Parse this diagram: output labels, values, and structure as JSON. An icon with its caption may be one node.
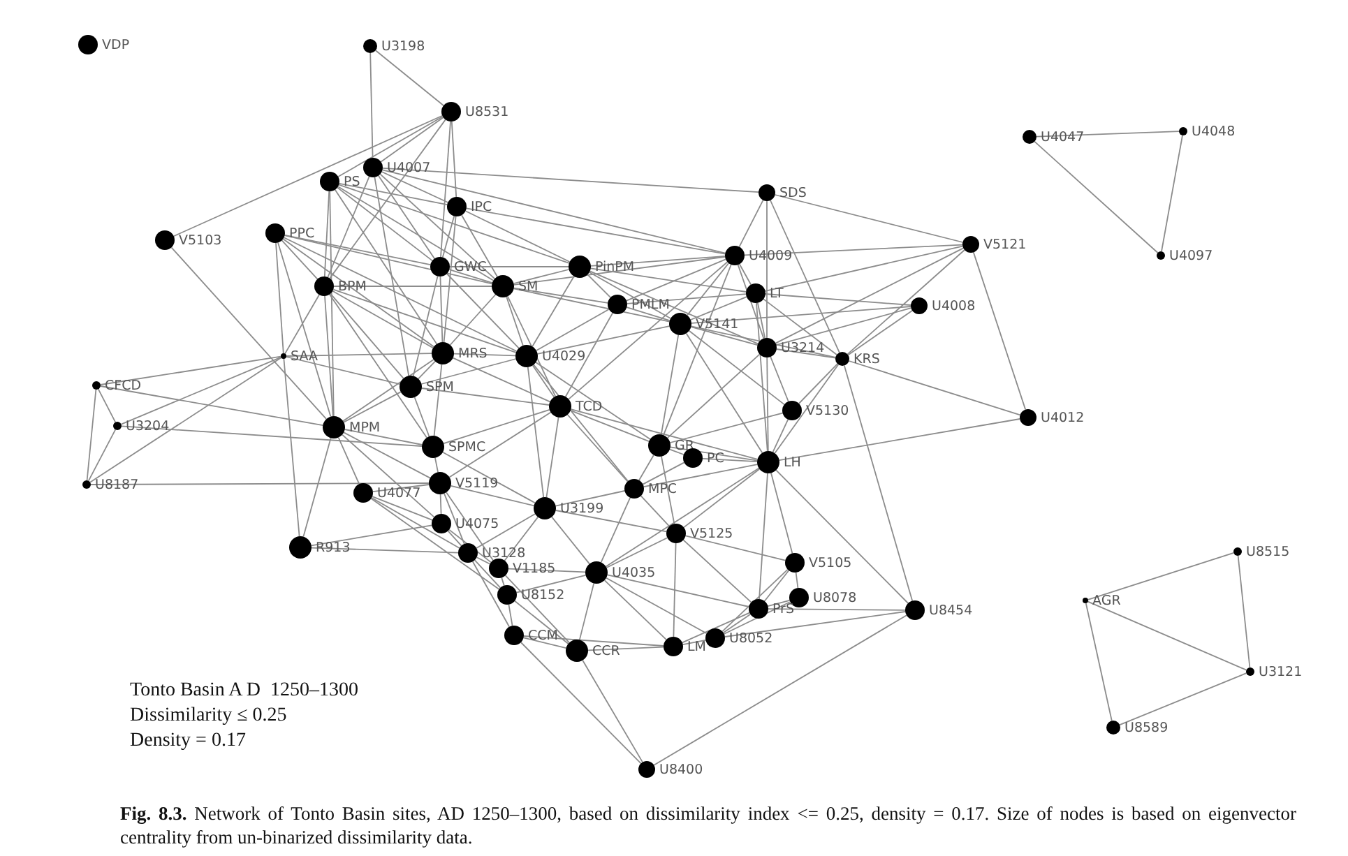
{
  "diagram": {
    "caption": "**Fig. 8.3.** Network of Tonto Basin sites, AD 1250–1300, based on dissimilarity index <= 0.25, density = 0.17. Size of nodes is based on eigenvector centrality from un-binarized dissimilarity data.",
    "nodes": [
      {
        "text": [
          "VDP"
        ]
      },
      {
        "text": [
          "U3198"
        ]
      },
      {
        "text": [
          "U8531"
        ]
      },
      {
        "text": [
          "U4007"
        ]
      },
      {
        "text": [
          "PS"
        ]
      },
      {
        "text": [
          "IPC"
        ]
      },
      {
        "text": [
          "SDS"
        ]
      },
      {
        "text": [
          "V5103"
        ]
      },
      {
        "text": [
          "PPC"
        ]
      },
      {
        "text": [
          "U4047"
        ]
      },
      {
        "text": [
          "U4048"
        ]
      },
      {
        "text": [
          "V5121"
        ]
      },
      {
        "text": [
          "U4097"
        ]
      },
      {
        "text": [
          "U4009"
        ]
      },
      {
        "text": [
          "GWC"
        ]
      },
      {
        "text": [
          "PinPM"
        ]
      },
      {
        "text": [
          "BPM"
        ]
      },
      {
        "text": [
          "SM"
        ]
      },
      {
        "text": [
          "LT"
        ]
      },
      {
        "text": [
          "PMLM"
        ]
      },
      {
        "text": [
          "U4008"
        ]
      },
      {
        "text": [
          "V5141"
        ]
      },
      {
        "text": [
          "SAA"
        ]
      },
      {
        "text": [
          "MRS"
        ]
      },
      {
        "text": [
          "U4029"
        ]
      },
      {
        "text": [
          "U3214"
        ]
      },
      {
        "text": [
          "KRS"
        ]
      },
      {
        "text": [
          "CFCD"
        ]
      },
      {
        "text": [
          "SPM"
        ]
      },
      {
        "text": [
          "TCD"
        ]
      },
      {
        "text": [
          "V5130"
        ]
      },
      {
        "text": [
          "U3204"
        ]
      },
      {
        "text": [
          "U4012"
        ]
      },
      {
        "text": [
          "MPM"
        ]
      },
      {
        "text": [
          "SPMC"
        ]
      },
      {
        "text": [
          "GR"
        ]
      },
      {
        "text": [
          "PC"
        ]
      },
      {
        "text": [
          "LH"
        ]
      },
      {
        "text": [
          "U8187"
        ]
      },
      {
        "text": [
          "U4077"
        ]
      },
      {
        "text": [
          "V5119"
        ]
      },
      {
        "text": [
          "MPC"
        ]
      },
      {
        "text": [
          "U3199"
        ]
      },
      {
        "text": [
          "U4075"
        ]
      },
      {
        "text": [
          "R913"
        ]
      },
      {
        "text": [
          "V5125"
        ]
      },
      {
        "text": [
          "U3128"
        ]
      },
      {
        "text": [
          "V1185"
        ]
      },
      {
        "text": [
          "U4035"
        ]
      },
      {
        "text": [
          "V5105"
        ]
      },
      {
        "text": [
          "U8152"
        ]
      },
      {
        "text": [
          "U8078"
        ]
      },
      {
        "text": [
          "PrS"
        ]
      },
      {
        "text": [
          "AGR"
        ]
      },
      {
        "text": [
          "U8515"
        ]
      },
      {
        "text": [
          "U8454"
        ]
      },
      {
        "text": [
          "CCM"
        ]
      },
      {
        "text": [
          "CCR"
        ]
      },
      {
        "text": [
          "LM"
        ]
      },
      {
        "text": [
          "U8052"
        ]
      },
      {
        "text": [
          "U3121"
        ]
      },
      {
        "text": [
          "U8589"
        ]
      },
      {
        "text": [
          "U8400"
        ]
      }
    ],
    "edges": [
      {
        "from": 1,
        "to": 2,
        "arrow": "none"
      },
      {
        "from": 1,
        "to": 3,
        "arrow": "none"
      },
      {
        "from": 2,
        "to": 7,
        "arrow": "none"
      },
      {
        "from": 2,
        "to": 3,
        "arrow": "none"
      },
      {
        "from": 2,
        "to": 4,
        "arrow": "none"
      },
      {
        "from": 2,
        "to": 5,
        "arrow": "none"
      },
      {
        "from": 2,
        "to": 16,
        "arrow": "none"
      },
      {
        "from": 2,
        "to": 14,
        "arrow": "none"
      },
      {
        "from": 3,
        "to": 6,
        "arrow": "none"
      },
      {
        "from": 3,
        "to": 13,
        "arrow": "none"
      },
      {
        "from": 6,
        "to": 13,
        "arrow": "none"
      },
      {
        "from": 6,
        "to": 25,
        "arrow": "none"
      },
      {
        "from": 6,
        "to": 26,
        "arrow": "none"
      },
      {
        "from": 6,
        "to": 11,
        "arrow": "none"
      },
      {
        "from": 9,
        "to": 10,
        "arrow": "none"
      },
      {
        "from": 9,
        "to": 12,
        "arrow": "none"
      },
      {
        "from": 10,
        "to": 12,
        "arrow": "none"
      },
      {
        "from": 11,
        "to": 13,
        "arrow": "none"
      },
      {
        "from": 11,
        "to": 18,
        "arrow": "none"
      },
      {
        "from": 11,
        "to": 25,
        "arrow": "none"
      },
      {
        "from": 11,
        "to": 26,
        "arrow": "none"
      },
      {
        "from": 11,
        "to": 32,
        "arrow": "none"
      },
      {
        "from": 20,
        "to": 18,
        "arrow": "none"
      },
      {
        "from": 20,
        "to": 21,
        "arrow": "none"
      },
      {
        "from": 20,
        "to": 25,
        "arrow": "none"
      },
      {
        "from": 20,
        "to": 26,
        "arrow": "none"
      },
      {
        "from": 26,
        "to": 32,
        "arrow": "none"
      },
      {
        "from": 26,
        "to": 55,
        "arrow": "none"
      },
      {
        "from": 26,
        "to": 25,
        "arrow": "none"
      },
      {
        "from": 26,
        "to": 30,
        "arrow": "none"
      },
      {
        "from": 26,
        "to": 37,
        "arrow": "none"
      },
      {
        "from": 26,
        "to": 21,
        "arrow": "none"
      },
      {
        "from": 26,
        "to": 18,
        "arrow": "none"
      },
      {
        "from": 32,
        "to": 37,
        "arrow": "none"
      },
      {
        "from": 37,
        "to": 55,
        "arrow": "none"
      },
      {
        "from": 55,
        "to": 52,
        "arrow": "none"
      },
      {
        "from": 55,
        "to": 59,
        "arrow": "none"
      },
      {
        "from": 55,
        "to": 62,
        "arrow": "none"
      },
      {
        "from": 7,
        "to": 33,
        "arrow": "none"
      },
      {
        "from": 27,
        "to": 22,
        "arrow": "none"
      },
      {
        "from": 27,
        "to": 31,
        "arrow": "none"
      },
      {
        "from": 27,
        "to": 38,
        "arrow": "none"
      },
      {
        "from": 27,
        "to": 33,
        "arrow": "none"
      },
      {
        "from": 31,
        "to": 22,
        "arrow": "none"
      },
      {
        "from": 31,
        "to": 34,
        "arrow": "none"
      },
      {
        "from": 38,
        "to": 22,
        "arrow": "none"
      },
      {
        "from": 38,
        "to": 31,
        "arrow": "none"
      },
      {
        "from": 38,
        "to": 40,
        "arrow": "none"
      },
      {
        "from": 22,
        "to": 23,
        "arrow": "none"
      },
      {
        "from": 22,
        "to": 28,
        "arrow": "none"
      },
      {
        "from": 22,
        "to": 8,
        "arrow": "none"
      },
      {
        "from": 22,
        "to": 44,
        "arrow": "none"
      },
      {
        "from": 22,
        "to": 16,
        "arrow": "none"
      },
      {
        "from": 44,
        "to": 43,
        "arrow": "none"
      },
      {
        "from": 44,
        "to": 46,
        "arrow": "none"
      },
      {
        "from": 44,
        "to": 33,
        "arrow": "none"
      },
      {
        "from": 62,
        "to": 56,
        "arrow": "none"
      },
      {
        "from": 62,
        "to": 57,
        "arrow": "none"
      },
      {
        "from": 53,
        "to": 54,
        "arrow": "none"
      },
      {
        "from": 54,
        "to": 60,
        "arrow": "none"
      },
      {
        "from": 60,
        "to": 61,
        "arrow": "none"
      },
      {
        "from": 61,
        "to": 53,
        "arrow": "none"
      },
      {
        "from": 53,
        "to": 60,
        "arrow": "none"
      },
      {
        "from": 4,
        "to": 14,
        "arrow": "none"
      },
      {
        "from": 4,
        "to": 16,
        "arrow": "none"
      },
      {
        "from": 4,
        "to": 17,
        "arrow": "none"
      },
      {
        "from": 4,
        "to": 23,
        "arrow": "none"
      },
      {
        "from": 4,
        "to": 15,
        "arrow": "none"
      },
      {
        "from": 4,
        "to": 5,
        "arrow": "none"
      },
      {
        "from": 4,
        "to": 33,
        "arrow": "none"
      },
      {
        "from": 3,
        "to": 5,
        "arrow": "none"
      },
      {
        "from": 3,
        "to": 14,
        "arrow": "none"
      },
      {
        "from": 3,
        "to": 17,
        "arrow": "none"
      },
      {
        "from": 3,
        "to": 16,
        "arrow": "none"
      },
      {
        "from": 3,
        "to": 28,
        "arrow": "none"
      },
      {
        "from": 8,
        "to": 14,
        "arrow": "none"
      },
      {
        "from": 8,
        "to": 17,
        "arrow": "none"
      },
      {
        "from": 8,
        "to": 16,
        "arrow": "none"
      },
      {
        "from": 8,
        "to": 33,
        "arrow": "none"
      },
      {
        "from": 8,
        "to": 23,
        "arrow": "none"
      },
      {
        "from": 8,
        "to": 24,
        "arrow": "none"
      },
      {
        "from": 5,
        "to": 14,
        "arrow": "none"
      },
      {
        "from": 5,
        "to": 17,
        "arrow": "none"
      },
      {
        "from": 5,
        "to": 15,
        "arrow": "none"
      },
      {
        "from": 5,
        "to": 13,
        "arrow": "none"
      },
      {
        "from": 5,
        "to": 23,
        "arrow": "none"
      },
      {
        "from": 14,
        "to": 17,
        "arrow": "none"
      },
      {
        "from": 14,
        "to": 15,
        "arrow": "none"
      },
      {
        "from": 14,
        "to": 23,
        "arrow": "none"
      },
      {
        "from": 14,
        "to": 24,
        "arrow": "none"
      },
      {
        "from": 14,
        "to": 28,
        "arrow": "none"
      },
      {
        "from": 16,
        "to": 17,
        "arrow": "none"
      },
      {
        "from": 16,
        "to": 23,
        "arrow": "none"
      },
      {
        "from": 16,
        "to": 28,
        "arrow": "none"
      },
      {
        "from": 16,
        "to": 33,
        "arrow": "none"
      },
      {
        "from": 16,
        "to": 34,
        "arrow": "none"
      },
      {
        "from": 16,
        "to": 24,
        "arrow": "none"
      },
      {
        "from": 17,
        "to": 15,
        "arrow": "none"
      },
      {
        "from": 17,
        "to": 19,
        "arrow": "none"
      },
      {
        "from": 17,
        "to": 21,
        "arrow": "none"
      },
      {
        "from": 17,
        "to": 24,
        "arrow": "none"
      },
      {
        "from": 17,
        "to": 23,
        "arrow": "none"
      },
      {
        "from": 17,
        "to": 29,
        "arrow": "none"
      },
      {
        "from": 17,
        "to": 13,
        "arrow": "none"
      },
      {
        "from": 15,
        "to": 13,
        "arrow": "none"
      },
      {
        "from": 15,
        "to": 19,
        "arrow": "none"
      },
      {
        "from": 15,
        "to": 21,
        "arrow": "none"
      },
      {
        "from": 15,
        "to": 18,
        "arrow": "none"
      },
      {
        "from": 15,
        "to": 25,
        "arrow": "none"
      },
      {
        "from": 15,
        "to": 24,
        "arrow": "none"
      },
      {
        "from": 13,
        "to": 18,
        "arrow": "none"
      },
      {
        "from": 13,
        "to": 21,
        "arrow": "none"
      },
      {
        "from": 13,
        "to": 19,
        "arrow": "none"
      },
      {
        "from": 13,
        "to": 25,
        "arrow": "none"
      },
      {
        "from": 13,
        "to": 29,
        "arrow": "none"
      },
      {
        "from": 13,
        "to": 35,
        "arrow": "none"
      },
      {
        "from": 18,
        "to": 21,
        "arrow": "none"
      },
      {
        "from": 18,
        "to": 25,
        "arrow": "none"
      },
      {
        "from": 18,
        "to": 19,
        "arrow": "none"
      },
      {
        "from": 18,
        "to": 37,
        "arrow": "none"
      },
      {
        "from": 19,
        "to": 21,
        "arrow": "none"
      },
      {
        "from": 19,
        "to": 24,
        "arrow": "none"
      },
      {
        "from": 19,
        "to": 29,
        "arrow": "none"
      },
      {
        "from": 21,
        "to": 25,
        "arrow": "none"
      },
      {
        "from": 21,
        "to": 24,
        "arrow": "none"
      },
      {
        "from": 21,
        "to": 35,
        "arrow": "none"
      },
      {
        "from": 21,
        "to": 37,
        "arrow": "none"
      },
      {
        "from": 21,
        "to": 30,
        "arrow": "none"
      },
      {
        "from": 23,
        "to": 24,
        "arrow": "none"
      },
      {
        "from": 23,
        "to": 28,
        "arrow": "none"
      },
      {
        "from": 23,
        "to": 29,
        "arrow": "none"
      },
      {
        "from": 23,
        "to": 34,
        "arrow": "none"
      },
      {
        "from": 23,
        "to": 33,
        "arrow": "none"
      },
      {
        "from": 24,
        "to": 29,
        "arrow": "none"
      },
      {
        "from": 24,
        "to": 28,
        "arrow": "none"
      },
      {
        "from": 24,
        "to": 35,
        "arrow": "none"
      },
      {
        "from": 24,
        "to": 41,
        "arrow": "none"
      },
      {
        "from": 24,
        "to": 42,
        "arrow": "none"
      },
      {
        "from": 25,
        "to": 30,
        "arrow": "none"
      },
      {
        "from": 25,
        "to": 37,
        "arrow": "none"
      },
      {
        "from": 25,
        "to": 35,
        "arrow": "none"
      },
      {
        "from": 28,
        "to": 34,
        "arrow": "none"
      },
      {
        "from": 28,
        "to": 33,
        "arrow": "none"
      },
      {
        "from": 28,
        "to": 29,
        "arrow": "none"
      },
      {
        "from": 29,
        "to": 35,
        "arrow": "none"
      },
      {
        "from": 29,
        "to": 41,
        "arrow": "none"
      },
      {
        "from": 29,
        "to": 42,
        "arrow": "none"
      },
      {
        "from": 29,
        "to": 40,
        "arrow": "none"
      },
      {
        "from": 29,
        "to": 37,
        "arrow": "none"
      },
      {
        "from": 30,
        "to": 37,
        "arrow": "none"
      },
      {
        "from": 30,
        "to": 35,
        "arrow": "none"
      },
      {
        "from": 33,
        "to": 34,
        "arrow": "none"
      },
      {
        "from": 33,
        "to": 40,
        "arrow": "none"
      },
      {
        "from": 33,
        "to": 39,
        "arrow": "none"
      },
      {
        "from": 33,
        "to": 43,
        "arrow": "none"
      },
      {
        "from": 34,
        "to": 40,
        "arrow": "none"
      },
      {
        "from": 34,
        "to": 42,
        "arrow": "none"
      },
      {
        "from": 34,
        "to": 29,
        "arrow": "none"
      },
      {
        "from": 35,
        "to": 36,
        "arrow": "none"
      },
      {
        "from": 35,
        "to": 41,
        "arrow": "none"
      },
      {
        "from": 35,
        "to": 37,
        "arrow": "none"
      },
      {
        "from": 35,
        "to": 45,
        "arrow": "none"
      },
      {
        "from": 36,
        "to": 37,
        "arrow": "none"
      },
      {
        "from": 36,
        "to": 41,
        "arrow": "none"
      },
      {
        "from": 37,
        "to": 41,
        "arrow": "none"
      },
      {
        "from": 37,
        "to": 45,
        "arrow": "none"
      },
      {
        "from": 37,
        "to": 49,
        "arrow": "none"
      },
      {
        "from": 37,
        "to": 52,
        "arrow": "none"
      },
      {
        "from": 37,
        "to": 48,
        "arrow": "none"
      },
      {
        "from": 39,
        "to": 40,
        "arrow": "none"
      },
      {
        "from": 39,
        "to": 43,
        "arrow": "none"
      },
      {
        "from": 39,
        "to": 46,
        "arrow": "none"
      },
      {
        "from": 39,
        "to": 50,
        "arrow": "none"
      },
      {
        "from": 40,
        "to": 43,
        "arrow": "none"
      },
      {
        "from": 40,
        "to": 42,
        "arrow": "none"
      },
      {
        "from": 40,
        "to": 46,
        "arrow": "none"
      },
      {
        "from": 40,
        "to": 47,
        "arrow": "none"
      },
      {
        "from": 41,
        "to": 42,
        "arrow": "none"
      },
      {
        "from": 41,
        "to": 45,
        "arrow": "none"
      },
      {
        "from": 41,
        "to": 48,
        "arrow": "none"
      },
      {
        "from": 42,
        "to": 45,
        "arrow": "none"
      },
      {
        "from": 42,
        "to": 48,
        "arrow": "none"
      },
      {
        "from": 42,
        "to": 47,
        "arrow": "none"
      },
      {
        "from": 42,
        "to": 46,
        "arrow": "none"
      },
      {
        "from": 43,
        "to": 46,
        "arrow": "none"
      },
      {
        "from": 43,
        "to": 47,
        "arrow": "none"
      },
      {
        "from": 45,
        "to": 48,
        "arrow": "none"
      },
      {
        "from": 45,
        "to": 49,
        "arrow": "none"
      },
      {
        "from": 45,
        "to": 52,
        "arrow": "none"
      },
      {
        "from": 45,
        "to": 58,
        "arrow": "none"
      },
      {
        "from": 46,
        "to": 47,
        "arrow": "none"
      },
      {
        "from": 46,
        "to": 50,
        "arrow": "none"
      },
      {
        "from": 46,
        "to": 56,
        "arrow": "none"
      },
      {
        "from": 47,
        "to": 50,
        "arrow": "none"
      },
      {
        "from": 47,
        "to": 48,
        "arrow": "none"
      },
      {
        "from": 47,
        "to": 57,
        "arrow": "none"
      },
      {
        "from": 48,
        "to": 50,
        "arrow": "none"
      },
      {
        "from": 48,
        "to": 57,
        "arrow": "none"
      },
      {
        "from": 48,
        "to": 58,
        "arrow": "none"
      },
      {
        "from": 48,
        "to": 59,
        "arrow": "none"
      },
      {
        "from": 48,
        "to": 52,
        "arrow": "none"
      },
      {
        "from": 49,
        "to": 52,
        "arrow": "none"
      },
      {
        "from": 49,
        "to": 51,
        "arrow": "none"
      },
      {
        "from": 49,
        "to": 59,
        "arrow": "none"
      },
      {
        "from": 50,
        "to": 56,
        "arrow": "none"
      },
      {
        "from": 50,
        "to": 57,
        "arrow": "none"
      },
      {
        "from": 51,
        "to": 52,
        "arrow": "none"
      },
      {
        "from": 51,
        "to": 59,
        "arrow": "none"
      },
      {
        "from": 52,
        "to": 59,
        "arrow": "none"
      },
      {
        "from": 52,
        "to": 58,
        "arrow": "none"
      },
      {
        "from": 56,
        "to": 57,
        "arrow": "none"
      },
      {
        "from": 56,
        "to": 58,
        "arrow": "none"
      },
      {
        "from": 57,
        "to": 58,
        "arrow": "none"
      },
      {
        "from": 58,
        "to": 59,
        "arrow": "none"
      }
    ],
    "labels": [
      "Tonto Basin A D  1250–1300",
      "Dissimilarity ≤ 0.25",
      "Density = 0.17"
    ]
  }
}
